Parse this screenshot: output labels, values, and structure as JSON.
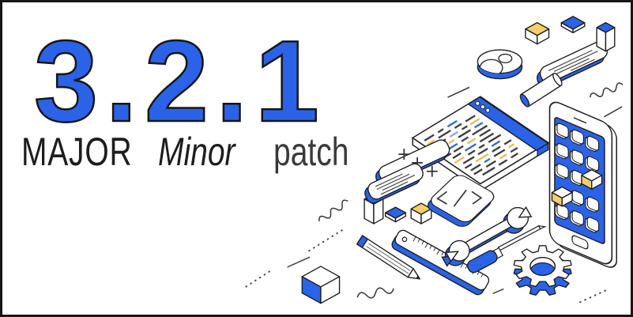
{
  "version": {
    "major": "3",
    "separator1": ".",
    "minor": "2",
    "separator2": ".",
    "patch": "1"
  },
  "labels": {
    "major": "MAJOR",
    "minor": "Minor",
    "patch": "patch"
  },
  "colors": {
    "blue": "#2a63e8",
    "yellow": "#f7ce68",
    "ink": "#1c1c1c",
    "code_gray": "#404040",
    "code_blue": "#2f6ae8",
    "code_yellow": "#edbe4b",
    "code_lightblue": "#85acf0",
    "muted": "#4a4a4a",
    "background": "#ffffff"
  },
  "illustration": {
    "alt": "Isometric developer objects illustration",
    "items": [
      "browser-code-window",
      "smartphone-app-grid",
      "gear",
      "wrench",
      "screwdriver",
      "ruler",
      "pencil",
      "donut-chart-disc",
      "cylinder-pill",
      "card-plus-signs",
      "card-text-lines",
      "code-brackets-slab",
      "card-lines-top",
      "cube-yellow-top",
      "cube-yellow-top-small",
      "cube-blue-left-face",
      "tall-box-blue-top",
      "tall-box-blue-top-small",
      "flat-blue-diamond",
      "flat-blue-diamond-small",
      "app-cube-yellow-left-1",
      "app-cube-yellow-left-2",
      "squiggle-line-1",
      "squiggle-line-2",
      "squiggle-line-3",
      "dotted-line-1",
      "dotted-line-2",
      "dotted-line-3",
      "dash-line-1",
      "dash-line-2",
      "dash-line-3",
      "dash-line-4"
    ]
  }
}
